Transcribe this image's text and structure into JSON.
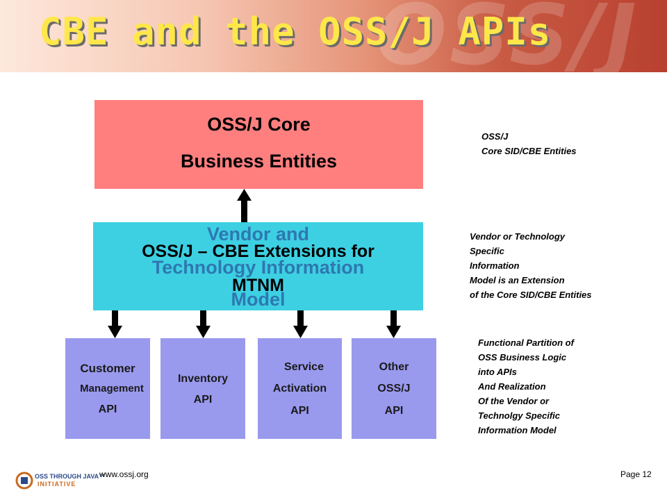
{
  "slide": {
    "title": "CBE and the OSS/J APIs",
    "background_logo": "OSS/J"
  },
  "core_box": {
    "line1": "OSS/J Core",
    "line2": "Business Entities",
    "color": "#ff7f7f"
  },
  "extension_box": {
    "background_text": [
      "Vendor and",
      "Technology Information",
      "Model"
    ],
    "foreground_text": [
      "OSS/J – CBE Extensions for",
      "MTNM"
    ],
    "color": "#3dd0e3"
  },
  "apis": [
    {
      "lines": [
        "Customer",
        "Management",
        "API"
      ]
    },
    {
      "lines": [
        "Inventory",
        "API"
      ]
    },
    {
      "lines": [
        "Service",
        "Activation",
        "API"
      ]
    },
    {
      "lines": [
        "Other",
        "OSS/J",
        "API"
      ]
    }
  ],
  "api_color": "#9999ee",
  "notes": {
    "core": [
      "OSS/J",
      "Core SID/CBE Entities"
    ],
    "extension": [
      "Vendor or Technology",
      "Specific",
      "Information",
      "Model is an Extension",
      "of the Core SID/CBE Entities"
    ],
    "apis": [
      "Functional Partition of",
      "OSS Business Logic",
      "into APIs",
      "And Realization",
      "Of the Vendor or",
      "Technolgy Specific",
      "Information Model"
    ]
  },
  "footer": {
    "logo_line1": "OSS THROUGH JAVA™",
    "logo_line2": "INITIATIVE",
    "url": "www.ossj.org",
    "page": "Page 12"
  }
}
